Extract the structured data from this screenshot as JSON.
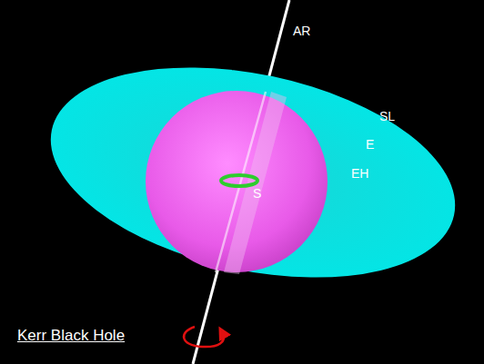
{
  "diagram": {
    "caption": "Kerr Black Hole",
    "labels": [
      "AR",
      "SL",
      "E",
      "EH",
      "S"
    ]
  }
}
